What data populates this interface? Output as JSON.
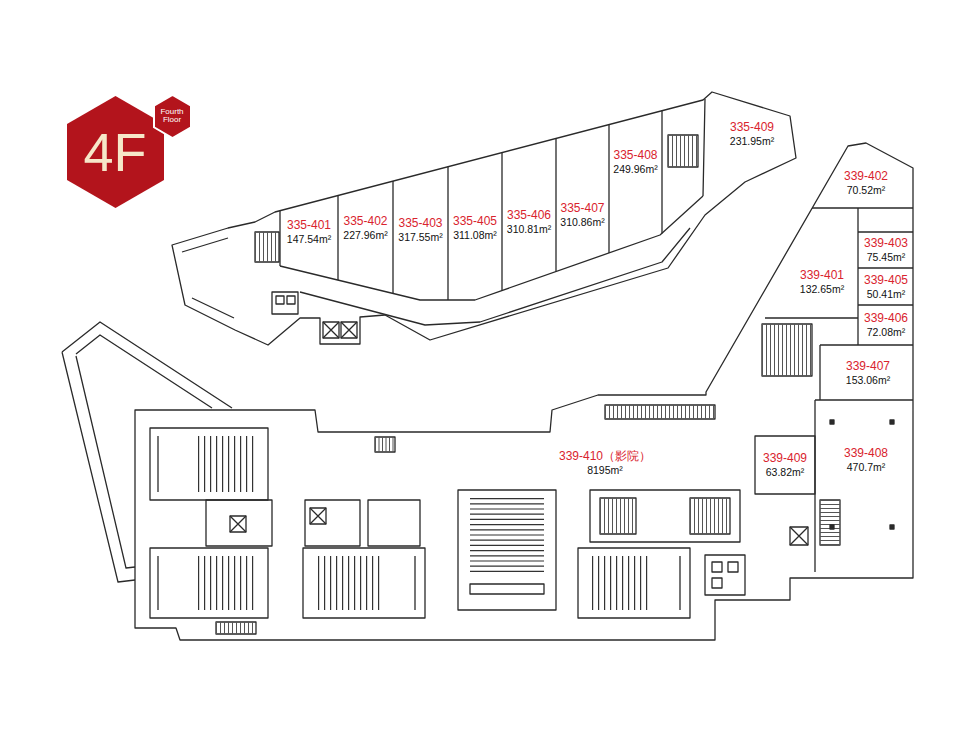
{
  "diagram": {
    "nodes": [
      {
        "text": [
          "4F"
        ]
      },
      {
        "text": [
          "Fourth Floor"
        ]
      },
      {
        "text": [
          "335-401",
          "147.54m²"
        ]
      },
      {
        "text": [
          "335-402",
          "227.96m²"
        ]
      },
      {
        "text": [
          "335-403",
          "317.55m²"
        ]
      },
      {
        "text": [
          "335-405",
          "311.08m²"
        ]
      },
      {
        "text": [
          "335-406",
          "310.81m²"
        ]
      },
      {
        "text": [
          "335-407",
          "310.86m²"
        ]
      },
      {
        "text": [
          "335-408",
          "249.96m²"
        ]
      },
      {
        "text": [
          "335-409",
          "231.95m²"
        ]
      },
      {
        "text": [
          "339-402",
          "70.52m²"
        ]
      },
      {
        "text": [
          "339-403",
          "75.45m²"
        ]
      },
      {
        "text": [
          "339-401",
          "132.65m²"
        ]
      },
      {
        "text": [
          "339-405",
          "50.41m²"
        ]
      },
      {
        "text": [
          "339-406",
          "72.08m²"
        ]
      },
      {
        "text": [
          "339-407",
          "153.06m²"
        ]
      },
      {
        "text": [
          "339-410（影院）",
          "8195m²"
        ]
      },
      {
        "text": [
          "339-409",
          "63.82m²"
        ]
      },
      {
        "text": [
          "339-408",
          "470.7m²"
        ]
      }
    ]
  }
}
